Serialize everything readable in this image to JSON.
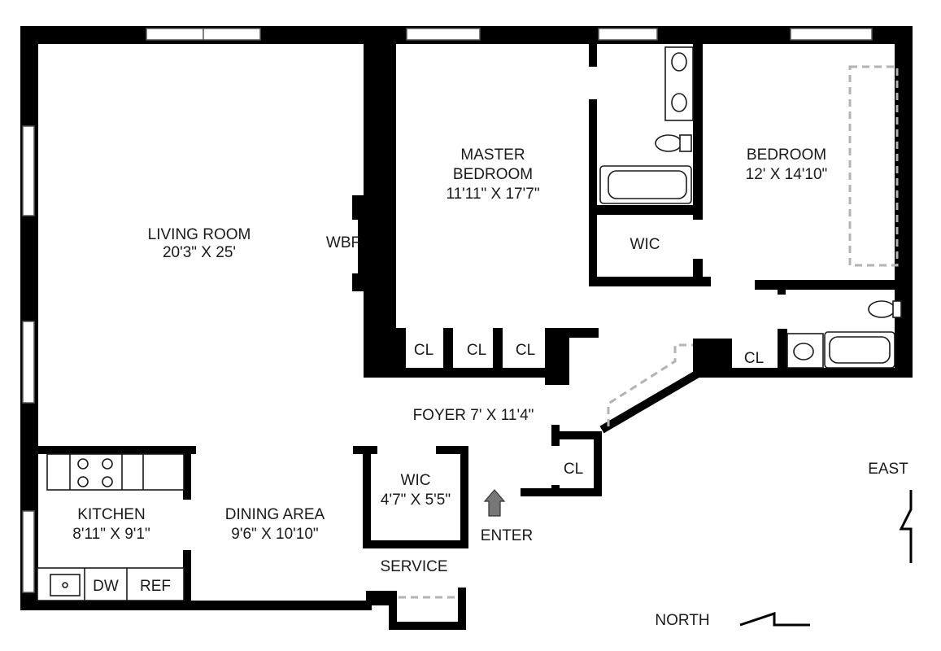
{
  "rooms": {
    "living_room": {
      "name": "LIVING ROOM",
      "size": "20'3\" X 25'"
    },
    "master_bedroom": {
      "name_line1": "MASTER",
      "name_line2": "BEDROOM",
      "size": "11'11\" X 17'7\""
    },
    "bedroom": {
      "name": "BEDROOM",
      "size": "12' X 14'10\""
    },
    "kitchen": {
      "name": "KITCHEN",
      "size": "8'11\" X 9'1\""
    },
    "dining_area": {
      "name": "DINING AREA",
      "size": "9'6\" X 10'10\""
    },
    "foyer": {
      "name": "FOYER 7' X 11'4\""
    },
    "wic_small": {
      "name": "WIC",
      "size": "4'7\" X 5'5\""
    },
    "wic_master": {
      "name": "WIC"
    }
  },
  "labels": {
    "wbf": "WBF",
    "closet": "CL",
    "dw": "DW",
    "ref": "REF",
    "service": "SERVICE",
    "enter": "ENTER",
    "east": "EAST",
    "north": "NORTH"
  }
}
